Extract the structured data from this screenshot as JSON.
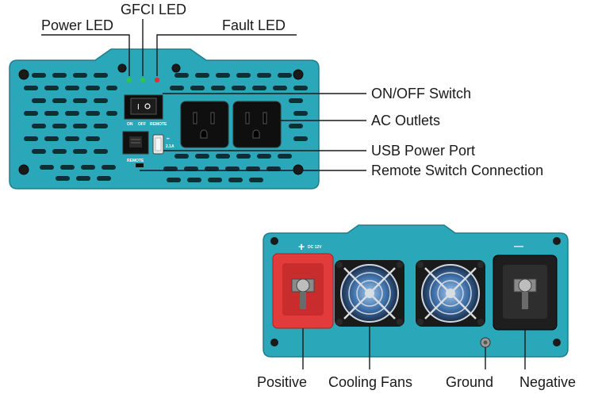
{
  "front_labels": {
    "power_led": "Power LED",
    "gfci_led": "GFCI LED",
    "fault_led": "Fault LED",
    "on_off_switch": "ON/OFF Switch",
    "ac_outlets": "AC Outlets",
    "usb_power_port": "USB Power Port",
    "remote_switch_connection": "Remote Switch Connection"
  },
  "front_panel_markings": {
    "switch_on": "ON",
    "switch_off": "OFF",
    "switch_remote": "REMOTE",
    "usb_rating": "2.1A",
    "remote_port": "REMOTE"
  },
  "rear_labels": {
    "positive": "Positive",
    "cooling_fans": "Cooling Fans",
    "ground": "Ground",
    "negative": "Negative"
  },
  "rear_panel_markings": {
    "plus_sign": "+",
    "dc_rating": "DC 12V",
    "minus_sign": "—"
  },
  "colors": {
    "housing_teal": "#2aa7b8",
    "terminal_red": "#e23b3b",
    "terminal_black": "#1e1e1e",
    "led_green": "#35c24a",
    "led_red": "#e03030"
  }
}
